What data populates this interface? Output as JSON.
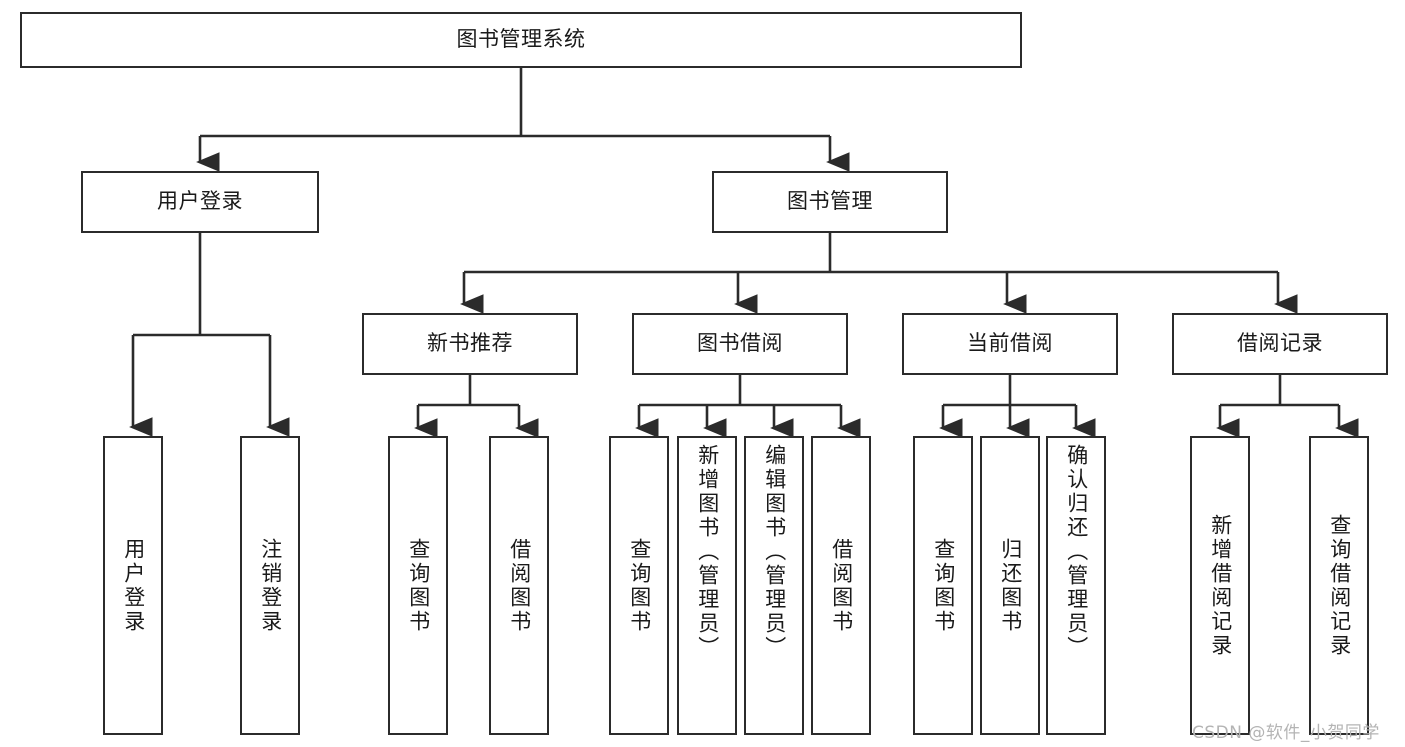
{
  "diagram": {
    "title_node": {
      "label": "图书管理系统"
    },
    "level2": [
      {
        "id": "user-login",
        "label": "用户登录"
      },
      {
        "id": "book-management",
        "label": "图书管理"
      }
    ],
    "level3": [
      {
        "id": "new-book-recommend",
        "label": "新书推荐"
      },
      {
        "id": "book-borrow",
        "label": "图书借阅"
      },
      {
        "id": "current-borrow",
        "label": "当前借阅"
      },
      {
        "id": "borrow-record",
        "label": "借阅记录"
      }
    ],
    "leaves": {
      "user_login": [
        {
          "id": "leaf-user-login",
          "label": "用户登录"
        },
        {
          "id": "leaf-logout-login",
          "label": "注销登录"
        }
      ],
      "new_book_recommend": [
        {
          "id": "leaf-query-book-1",
          "label": "查询图书"
        },
        {
          "id": "leaf-borrow-book-1",
          "label": "借阅图书"
        }
      ],
      "book_borrow": [
        {
          "id": "leaf-query-book-2",
          "label": "查询图书"
        },
        {
          "id": "leaf-add-book",
          "label": "新增图书（管理员）"
        },
        {
          "id": "leaf-edit-book",
          "label": "编辑图书（管理员）"
        },
        {
          "id": "leaf-borrow-book-2",
          "label": "借阅图书"
        }
      ],
      "current_borrow": [
        {
          "id": "leaf-query-book-3",
          "label": "查询图书"
        },
        {
          "id": "leaf-return-book",
          "label": "归还图书"
        },
        {
          "id": "leaf-confirm-return",
          "label": "确认归还（管理员）"
        }
      ],
      "borrow_record": [
        {
          "id": "leaf-add-borrow-record",
          "label": "新增借阅记录"
        },
        {
          "id": "leaf-query-borrow-record",
          "label": "查询借阅记录"
        }
      ]
    },
    "watermark": {
      "text": "CSDN @软件_小贺同学"
    },
    "colors": {
      "stroke": "#2b2b2b",
      "fill": "#ffffff",
      "text": "#1a1a1a",
      "watermark": "#b4b4b4"
    }
  }
}
